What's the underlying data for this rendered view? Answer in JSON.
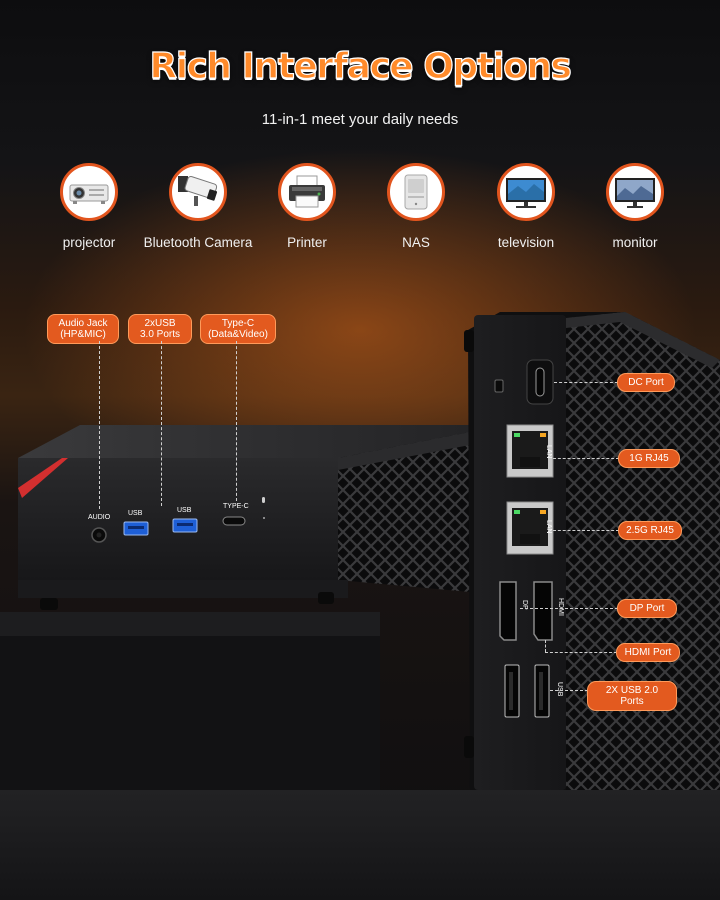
{
  "header": {
    "title": "Rich Interface Options",
    "subtitle": "11-in-1 meet your daily needs"
  },
  "devices": [
    {
      "label": "projector",
      "icon": "projector-icon"
    },
    {
      "label": "Bluetooth Camera",
      "icon": "camera-icon"
    },
    {
      "label": "Printer",
      "icon": "printer-icon"
    },
    {
      "label": "NAS",
      "icon": "nas-icon"
    },
    {
      "label": "television",
      "icon": "television-icon"
    },
    {
      "label": "monitor",
      "icon": "monitor-icon"
    }
  ],
  "front_callouts": [
    {
      "line1": "Audio Jack",
      "line2": "(HP&MIC)"
    },
    {
      "line1": "2xUSB",
      "line2": "3.0 Ports"
    },
    {
      "line1": "Type-C",
      "line2": "(Data&Video)"
    }
  ],
  "front_port_labels": {
    "audio": "AUDIO",
    "usb1": "USB",
    "usb2": "USB",
    "typec": "TYPE-C"
  },
  "rear_callouts": [
    {
      "label": "DC Port"
    },
    {
      "label": "1G RJ45"
    },
    {
      "label": "2.5G RJ45"
    },
    {
      "label": "DP Port"
    },
    {
      "label": "HDMI Port"
    },
    {
      "label": "2X USB 2.0 Ports"
    }
  ],
  "rear_port_labels": {
    "lan1": "LAN",
    "lan2": "LAN",
    "dp": "DP",
    "hdmi": "HDMI",
    "usb": "USB"
  },
  "colors": {
    "accent": "#e35a1f",
    "title": "#ff8a2a",
    "background": "#121214"
  }
}
